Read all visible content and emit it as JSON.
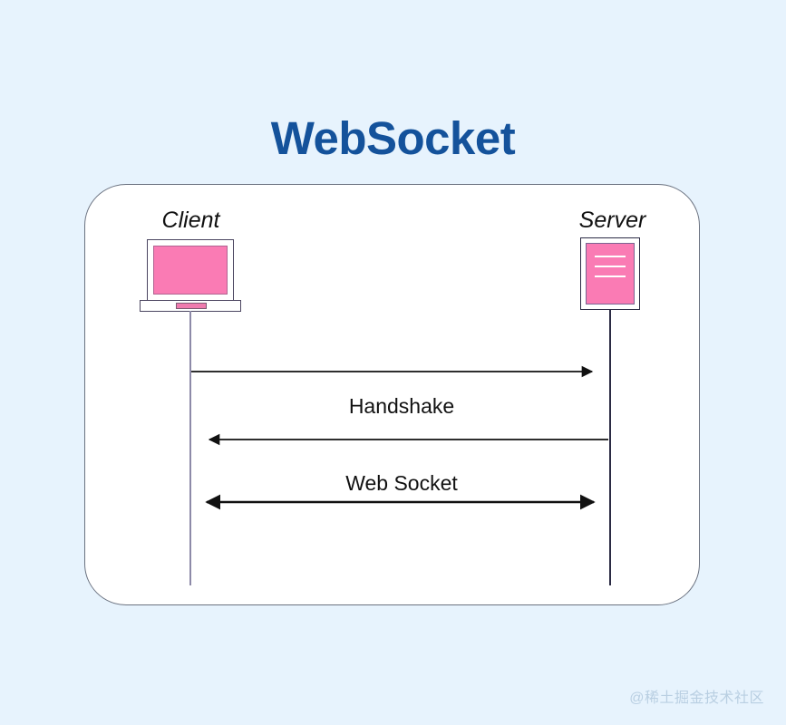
{
  "page": {
    "title": "WebSocket",
    "background_color": "#e7f3fd",
    "title_color": "#14529b"
  },
  "diagram": {
    "type": "sequence-diagram",
    "accent_color": "#fa7bb4",
    "card_background": "#ffffff",
    "actors": [
      {
        "id": "client",
        "label": "Client",
        "icon": "laptop-icon",
        "lifeline_color": "#8d8aa8"
      },
      {
        "id": "server",
        "label": "Server",
        "icon": "server-rack-icon",
        "lifeline_color": "#2b2b44"
      }
    ],
    "messages": [
      {
        "id": "msg-1",
        "label": "",
        "direction": "client-to-server",
        "arrow": "right"
      },
      {
        "id": "msg-2",
        "label": "Handshake",
        "direction": "server-to-client",
        "arrow": "left"
      },
      {
        "id": "msg-3",
        "label": "Web Socket",
        "direction": "bidirectional",
        "arrow": "both"
      }
    ],
    "labels": {
      "handshake": "Handshake",
      "web_socket": "Web Socket"
    }
  },
  "watermark": {
    "text": "@稀土掘金技术社区"
  }
}
